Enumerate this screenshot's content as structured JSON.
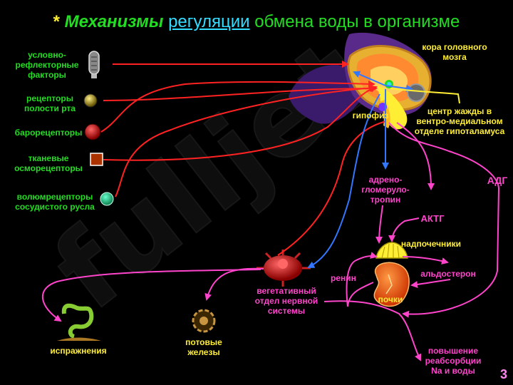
{
  "title": {
    "star": "*",
    "part1": "Механизмы",
    "part2": "регуляции",
    "part3": "обмена воды в организме"
  },
  "labels": {
    "conditioned_reflex": "условно-\nрефлекторные\nфакторы",
    "mouth_receptors": "рецепторы\nполости рта",
    "baroreceptors": "барорецепторы",
    "tissue_osmoreceptors": "тканевые\nосморецепторы",
    "volume_receptors": "волюмрецепторы\nсосудистого русла",
    "cortex": "кора головного\nмозга",
    "pituitary": "гипофиз",
    "thirst_center": "центр жажды в\nвентро-медиальном\nотделе гипоталамуса",
    "adrenoglomerulotropin": "адрено-\nгломеруло-\nтропин",
    "adh": "АДГ",
    "acth": "АКТГ",
    "adrenals": "надпочечники",
    "aldosterone": "альдостерон",
    "renin": "ренин",
    "kidneys": "почки",
    "autonomic": "вегетативный\nотдел нервной\nсистемы",
    "sweat_glands": "потовые\nжелезы",
    "excretion": "испражнения",
    "reabsorption": "повышение\nреабсорбции\nNa и воды"
  },
  "watermark": "fulljet",
  "slide_number": "3",
  "colors": {
    "green": "#22dd22",
    "yellow": "#ffee33",
    "pink": "#ff44cc",
    "red": "#ff2222",
    "blue": "#3377ff",
    "cyan": "#33ddff"
  }
}
